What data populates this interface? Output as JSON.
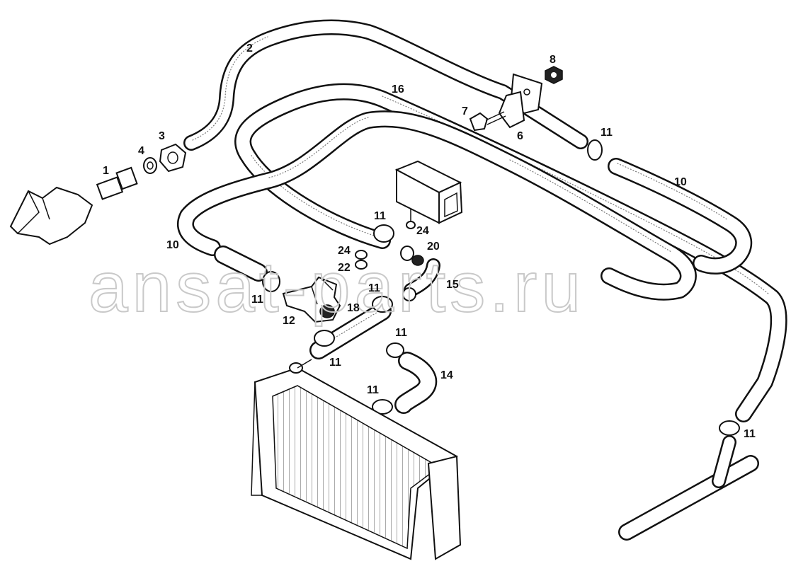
{
  "watermark": "ansat-parts.ru",
  "callouts": [
    {
      "id": "c-2",
      "text": "2"
    },
    {
      "id": "c-16",
      "text": "16"
    },
    {
      "id": "c-8",
      "text": "8"
    },
    {
      "id": "c-7",
      "text": "7"
    },
    {
      "id": "c-6",
      "text": "6"
    },
    {
      "id": "c-11a",
      "text": "11"
    },
    {
      "id": "c-10a",
      "text": "10"
    },
    {
      "id": "c-3",
      "text": "3"
    },
    {
      "id": "c-4",
      "text": "4"
    },
    {
      "id": "c-1",
      "text": "1"
    },
    {
      "id": "c-11b",
      "text": "11"
    },
    {
      "id": "c-24a",
      "text": "24"
    },
    {
      "id": "c-20",
      "text": "20"
    },
    {
      "id": "c-10b",
      "text": "10"
    },
    {
      "id": "c-24b",
      "text": "24"
    },
    {
      "id": "c-22",
      "text": "22"
    },
    {
      "id": "c-15",
      "text": "15"
    },
    {
      "id": "c-11c",
      "text": "11"
    },
    {
      "id": "c-11d",
      "text": "11"
    },
    {
      "id": "c-18",
      "text": "18"
    },
    {
      "id": "c-12",
      "text": "12"
    },
    {
      "id": "c-11e",
      "text": "11"
    },
    {
      "id": "c-11f",
      "text": "11"
    },
    {
      "id": "c-14",
      "text": "14"
    },
    {
      "id": "c-11g",
      "text": "11"
    },
    {
      "id": "c-11h",
      "text": "11"
    }
  ]
}
